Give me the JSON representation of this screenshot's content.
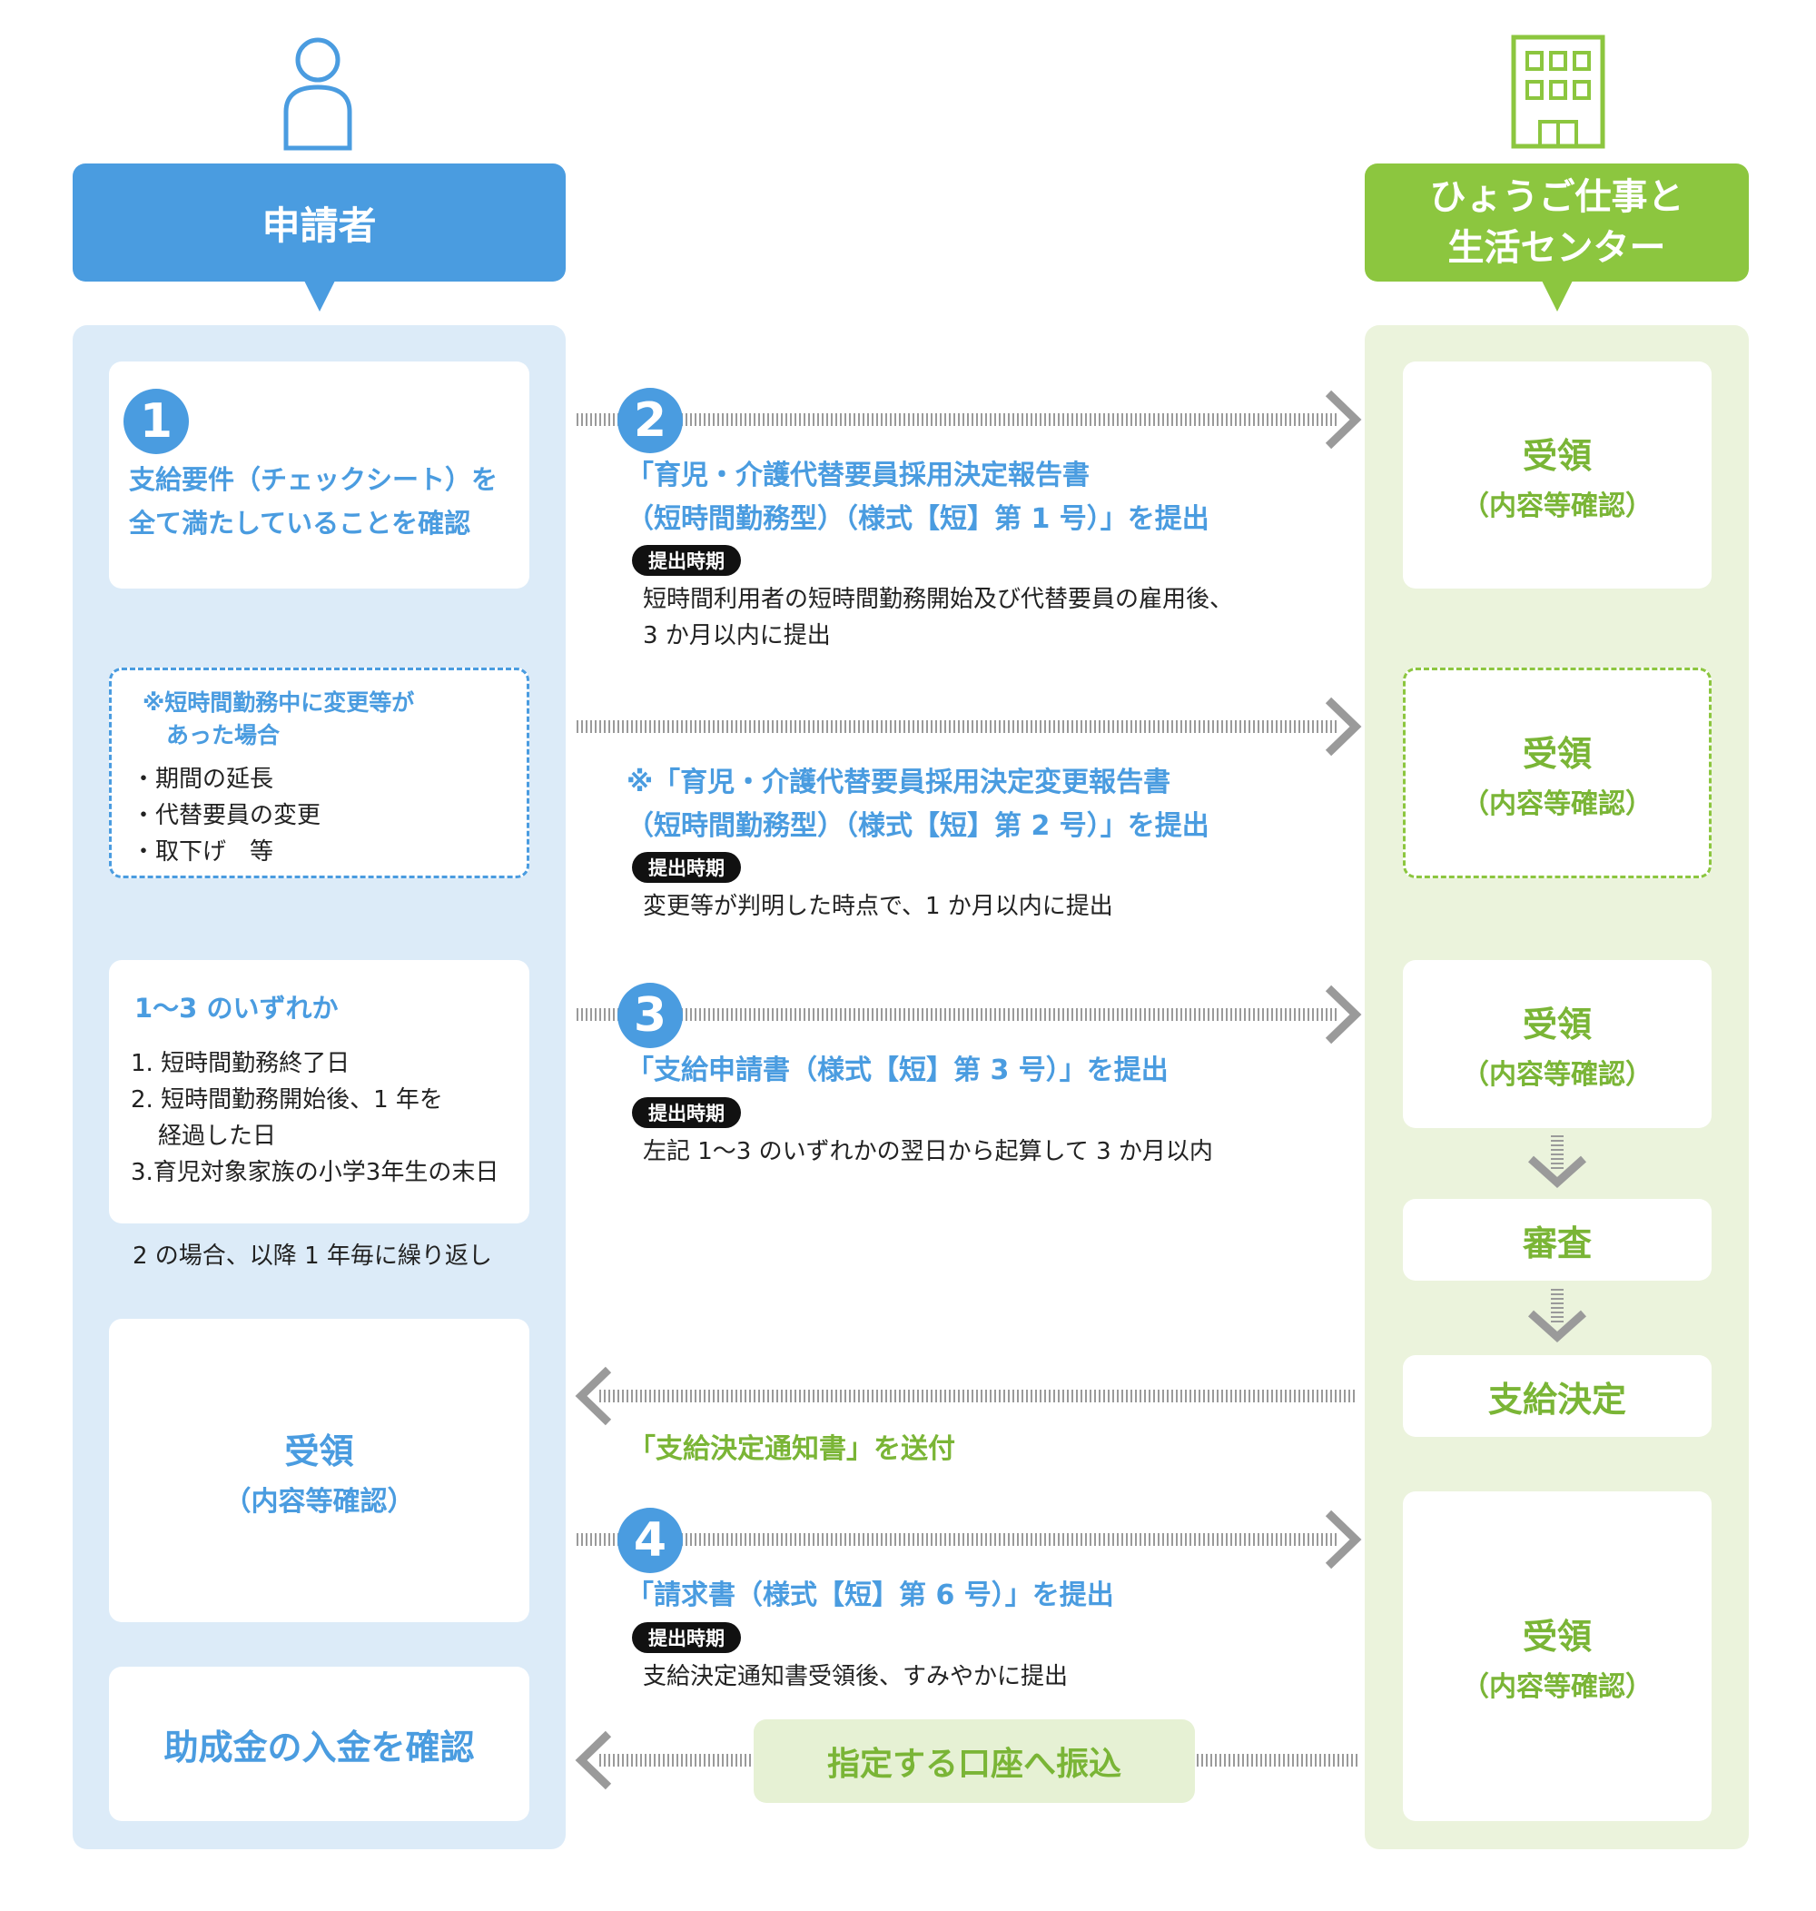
{
  "applicant": {
    "header": "申請者",
    "step1_text_line1": "支給要件（チェックシート）を",
    "step1_text_line2": "全て満たしていることを確認",
    "change_note_line1": "※短時間勤務中に変更等が",
    "change_note_line2": "あった場合",
    "change_items": [
      "・期間の延長",
      "・代替要員の変更",
      "・取下げ　等"
    ],
    "period_title": "1〜3 のいずれか",
    "period_items": [
      "1. 短時間勤務終了日",
      "2. 短時間勤務開始後、1 年を",
      "経過した日",
      "3.育児対象家族の小学3年生の末日"
    ],
    "repeat_note": "2 の場合、以降 1 年毎に繰り返し",
    "receipt_big": "受領",
    "receipt_small": "（内容等確認）",
    "deposit_confirm": "助成金の入金を確認"
  },
  "center": {
    "header_line1": "ひょうご仕事と",
    "header_line2": "生活センター",
    "receipt_big": "受領",
    "receipt_small": "（内容等確認）",
    "review": "審査",
    "decision": "支給決定"
  },
  "steps": {
    "n1": "1",
    "n2": "2",
    "n3": "3",
    "n4": "4",
    "badge": "提出時期",
    "s2_line1": "「育児・介護代替要員採用決定報告書",
    "s2_line2": "（短時間勤務型）（様式【短】第 1 号）」を提出",
    "s2_period_line1": "短時間利用者の短時間勤務開始及び代替要員の雇用後、",
    "s2_period_line2": "3 か月以内に提出",
    "change_line1": "※「育児・介護代替要員採用決定変更報告書",
    "change_line2": "（短時間勤務型）（様式【短】第 2 号）」を提出",
    "change_period": "変更等が判明した時点で、1 か月以内に提出",
    "s3_line1": "「支給申請書（様式【短】第 3 号）」を提出",
    "s3_period": "左記 1〜3 のいずれかの翌日から起算して 3 か月以内",
    "notice": "「支給決定通知書」を送付",
    "s4_line1": "「請求書（様式【短】第 6 号）」を提出",
    "s4_period": "支給決定通知書受領後、すみやかに提出",
    "transfer": "指定する口座へ振込"
  },
  "colors": {
    "blue": "#4a9ce0",
    "green": "#8cc63f",
    "light_blue": "#dcebf8",
    "light_green": "#ebf3dc",
    "arrow_gray": "#9a9a9a"
  },
  "icons": [
    "person-icon",
    "building-icon"
  ]
}
